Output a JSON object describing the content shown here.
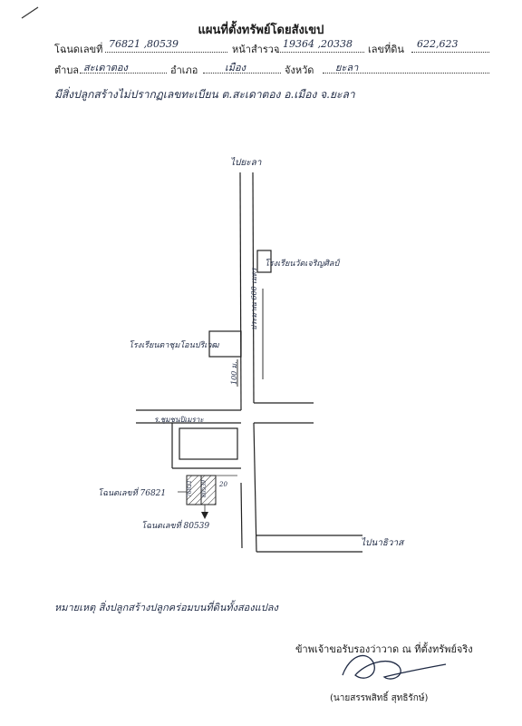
{
  "document": {
    "title": "แผนที่ตั้งทรัพย์โดยสังเขป",
    "deed": {
      "deed_label": "โฉนดเลขที่",
      "deed_value": "76821 ,80539",
      "survey_label": "หน้าสำรวจ",
      "survey_value": "19364 ,20338",
      "land_no_label": "เลขที่ดิน",
      "land_no_value": "622,623"
    },
    "location": {
      "subdistrict_label": "ตำบล",
      "subdistrict_value": "สะเดาตอง",
      "district_label": "อำเภอ",
      "district_value": "เมือง",
      "province_label": "จังหวัด",
      "province_value": "ยะลา"
    },
    "remark": "มีสิ่งปลูกสร้างไม่ปรากฏเลขทะเบียน ต.สะเดาตอง อ.เมือง จ.ยะลา",
    "map": {
      "to_north": "ไปยะลา",
      "to_south": "ไปนาธิวาส",
      "school_right": "โรงเรียนวัดเจริญศิลป์",
      "school_left": "โรงเรียนตาชุมโอนปริเวฒ",
      "distance_600": "ประมาณ 600 เมตร",
      "distance_100": "100 ม.",
      "road_name": "ร.ชุมชนปิเมราะ",
      "deed_76821": "โฉนดเลขที่ 76821",
      "deed_80539": "โฉนดเลขที่ 80539",
      "plot_a": "76821",
      "plot_b": "80539",
      "dim_20": "20"
    },
    "note": "หมายเหตุ สิ่งปลูกสร้างปลูกคร่อมบนที่ดินทั้งสองแปลง",
    "certify": "ข้าพเจ้าขอรับรองว่าวาด ณ ที่ตั้งทรัพย์จริง",
    "signer": "(นายสรรพสิทธิ์ สุทธิรักษ์)"
  }
}
